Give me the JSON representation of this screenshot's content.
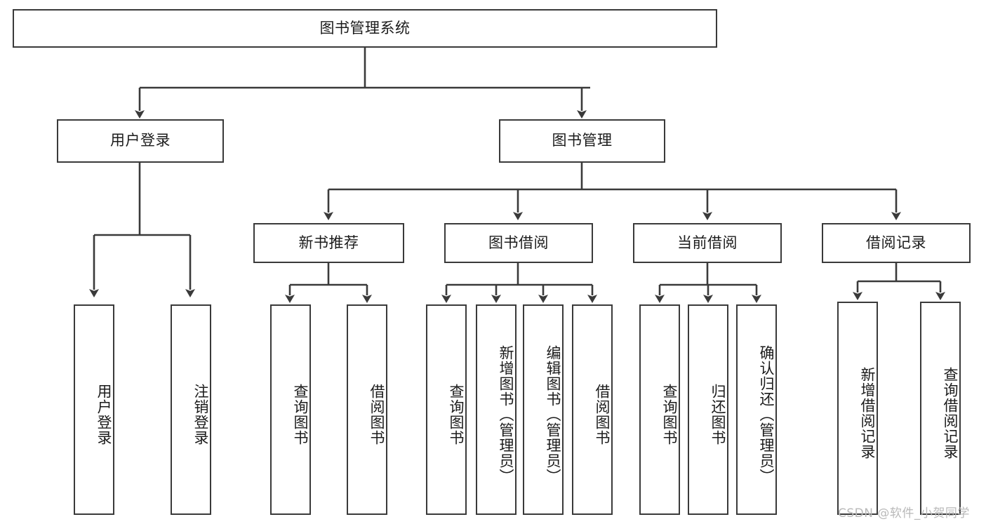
{
  "diagram": {
    "title_node": {
      "label": "图书管理系统"
    },
    "level2": [
      {
        "label": "用户登录"
      },
      {
        "label": "图书管理"
      }
    ],
    "level3": [
      {
        "label": "新书推荐"
      },
      {
        "label": "图书借阅"
      },
      {
        "label": "当前借阅"
      },
      {
        "label": "借阅记录"
      }
    ],
    "leaves": {
      "user_login": [
        {
          "label": "用户登录"
        },
        {
          "label": "注销登录"
        }
      ],
      "new_book": [
        {
          "label": "查询图书"
        },
        {
          "label": "借阅图书"
        }
      ],
      "book_borrow": [
        {
          "label": "查询图书"
        },
        {
          "label": "新增图书（管理员）"
        },
        {
          "label": "编辑图书（管理员）"
        },
        {
          "label": "借阅图书"
        }
      ],
      "current_borrow": [
        {
          "label": "查询图书"
        },
        {
          "label": "归还图书"
        },
        {
          "label": "确认归还（管理员）"
        }
      ],
      "borrow_record": [
        {
          "label": "新增借阅记录"
        },
        {
          "label": "查询借阅记录"
        }
      ]
    }
  },
  "watermark": {
    "text": "CSDN @软件_小贺同学"
  },
  "colors": {
    "stroke": "#3a3a3a",
    "text": "#1b1b1b",
    "background": "#ffffff",
    "watermark": "#b9b9b9"
  }
}
